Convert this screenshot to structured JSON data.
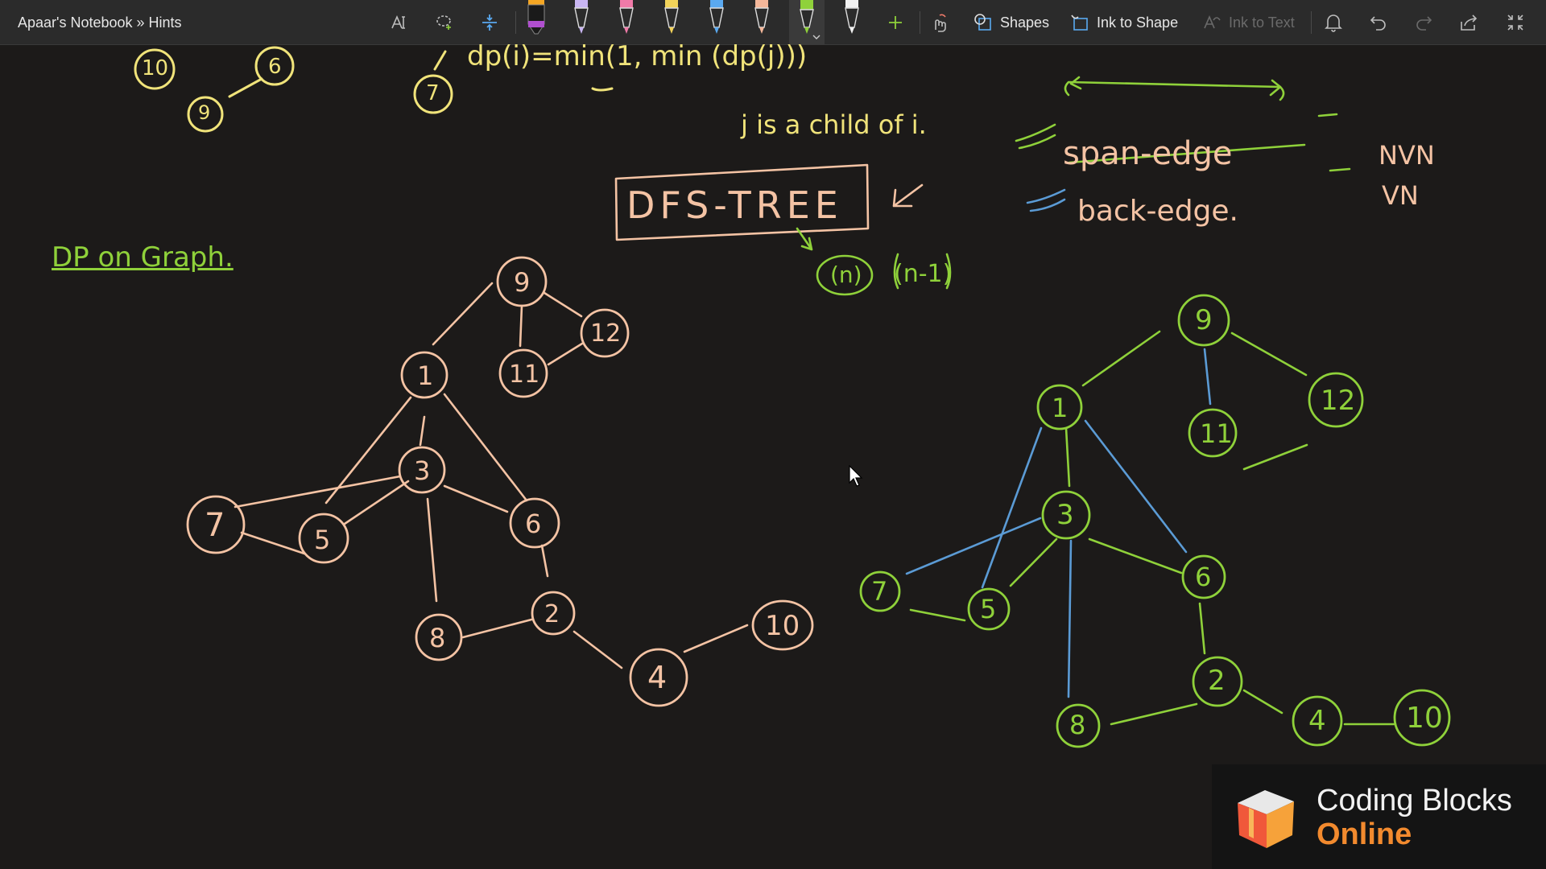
{
  "toolbar": {
    "breadcrumb": "Apaar's Notebook » Hints",
    "shapes_label": "Shapes",
    "ink_to_shape_label": "Ink to Shape",
    "ink_to_text_label": "Ink to Text",
    "pens": [
      {
        "name": "pen-black-orange",
        "color": "#f5a623"
      },
      {
        "name": "pen-lavender",
        "color": "#c9b6f2"
      },
      {
        "name": "pen-pink",
        "color": "#f07aa8"
      },
      {
        "name": "pen-yellow",
        "color": "#f2d35a"
      },
      {
        "name": "pen-blue",
        "color": "#5aa9f0"
      },
      {
        "name": "pen-peach",
        "color": "#f4b79a"
      },
      {
        "name": "pen-green",
        "color": "#8fd13a",
        "selected": true
      },
      {
        "name": "pen-white",
        "color": "#f2f2f2"
      }
    ]
  },
  "canvas": {
    "ink_colors": {
      "peach": "#f4c3a4",
      "green": "#8fd13a",
      "blue": "#5b9bd5",
      "yellow": "#f0e37a"
    },
    "notes": {
      "dp_on_graph": "DP on Graph.",
      "dp_formula": "dp(i)=min(1, min (dp(j)))",
      "child_note": "j is a child of i.",
      "dfs_tree": "DFS-TREE",
      "n_label": "(n)",
      "n_minus_1": "(n-1)",
      "span_edge": "span-edge",
      "back_edge": "back-edge.",
      "nvn": "NVN",
      "vn": "VN"
    },
    "top_nodes": [
      "10",
      "6",
      "9",
      "7"
    ],
    "left_graph": {
      "nodes": [
        "9",
        "12",
        "1",
        "11",
        "3",
        "7",
        "5",
        "6",
        "8",
        "2",
        "4",
        "10"
      ]
    },
    "right_graph": {
      "nodes": [
        "9",
        "12",
        "1",
        "11",
        "3",
        "7",
        "5",
        "6",
        "8",
        "2",
        "4",
        "10"
      ]
    }
  },
  "watermark": {
    "line1": "Coding Blocks",
    "line2": "Online"
  }
}
